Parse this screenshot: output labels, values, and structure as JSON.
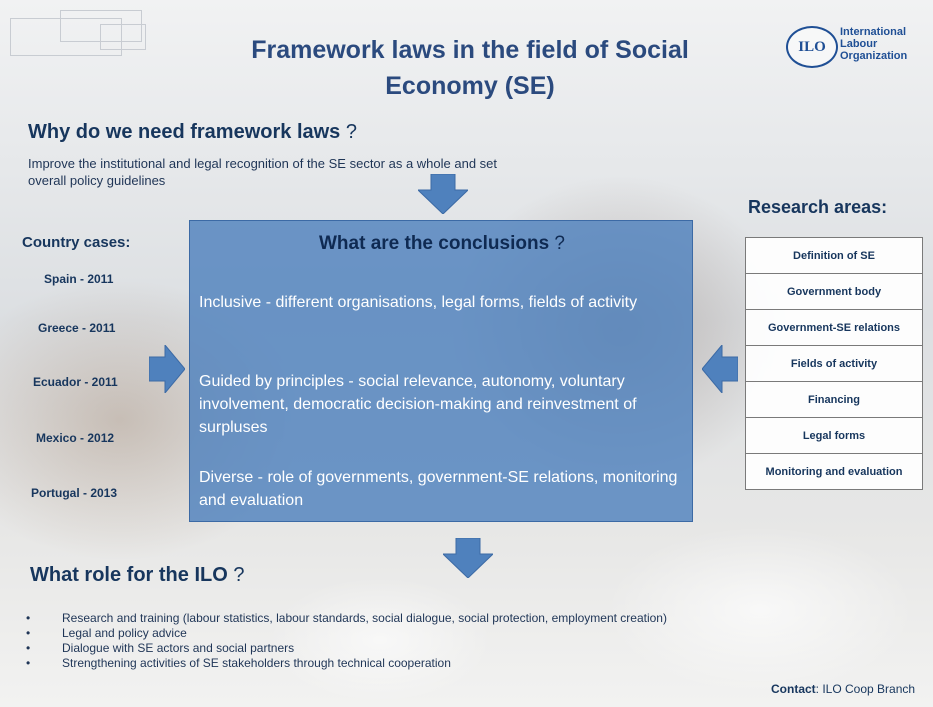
{
  "title": "Framework laws in the field of Social Economy (SE)",
  "logo": {
    "badge": "ILO",
    "lines": [
      "International",
      "Labour",
      "Organization"
    ]
  },
  "why": {
    "heading": "Why do we need framework laws",
    "question_mark": "?",
    "text": "Improve the institutional and legal recognition of the SE sector as a whole and set overall policy guidelines"
  },
  "research": {
    "heading": "Research areas:",
    "items": [
      "Definition of SE",
      "Government body",
      "Government-SE relations",
      "Fields of activity",
      "Financing",
      "Legal forms",
      "Monitoring and evaluation"
    ]
  },
  "countries": {
    "heading": "Country cases:",
    "items": [
      "Spain - 2011",
      "Greece - 2011",
      "Ecuador - 2011",
      "Mexico - 2012",
      "Portugal - 2013"
    ]
  },
  "conclusions": {
    "heading": "What are the conclusions",
    "question_mark": "?",
    "items": [
      "Inclusive - different organisations, legal forms, fields of activity",
      "Guided by principles - social relevance, autonomy, voluntary involvement, democratic decision-making and reinvestment of surpluses",
      "Diverse - role of governments, government-SE relations, monitoring and evaluation"
    ]
  },
  "role": {
    "heading": "What role for the ILO",
    "question_mark": "?",
    "items": [
      "Research and training (labour statistics, labour standards, social dialogue, social protection, employment creation)",
      "Legal and policy advice",
      "Dialogue with SE actors and social partners",
      "Strengthening activities of SE stakeholders through technical cooperation"
    ]
  },
  "contact": {
    "label": "Contact",
    "value": ": ILO Coop Branch"
  },
  "colors": {
    "title": "#2b4a7e",
    "heading": "#17365d",
    "box_fill": "#4f81bd",
    "arrow": "#4f81bd"
  }
}
